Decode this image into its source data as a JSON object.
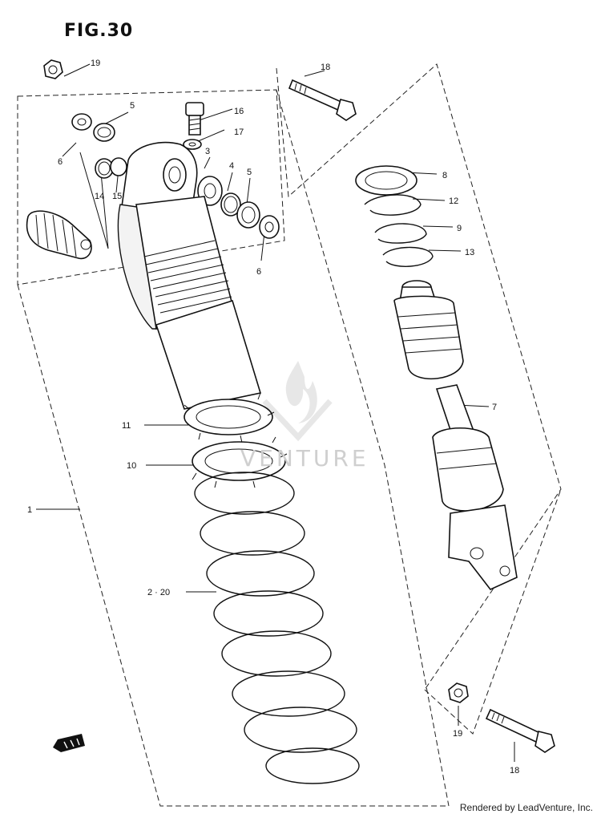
{
  "figure": {
    "title": "FIG.30"
  },
  "credit": "Rendered by LeadVenture, Inc.",
  "watermark": "VENTURE",
  "callouts": [
    "19",
    "5",
    "16",
    "17",
    "3",
    "4",
    "5",
    "6",
    "14",
    "15",
    "6",
    "18",
    "8",
    "12",
    "9",
    "13",
    "7",
    "11",
    "10",
    "1",
    "2 · 20",
    "19",
    "18"
  ],
  "icons": {
    "logo": "leadventure-flame-logo",
    "front": "front-arrow-icon"
  },
  "colors": {
    "ink": "#111111",
    "background": "#ffffff",
    "watermark": "#cfcfcf"
  }
}
